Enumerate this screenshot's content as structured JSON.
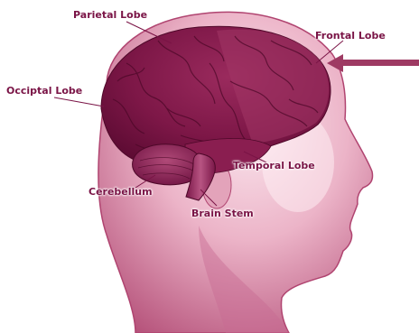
{
  "colors": {
    "accent": "#7a1446",
    "skin_light": "#f4d3e0",
    "skin_mid": "#d9829f",
    "skin_dark": "#a33a63",
    "brain_dark": "#6e0f3c",
    "brain_mid": "#8c1f52",
    "arrow": "#9e3a63"
  },
  "labels": {
    "parietal": "Parietal Lobe",
    "frontal": "Frontal Lobe",
    "occipital": "Occiptal Lobe",
    "temporal": "Temporal Lobe",
    "cerebellum": "Cerebellum",
    "brainstem": "Brain Stem"
  },
  "icons": {
    "pointer": "arrow-left-icon"
  }
}
